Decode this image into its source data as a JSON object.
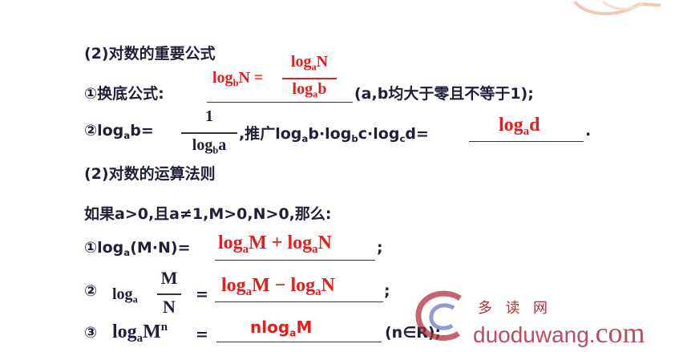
{
  "section1_title": "(2)对数的重要公式",
  "change_of_base": {
    "prefix": "①换底公式:",
    "lhs": "log",
    "lhs_sub": "b",
    "lhs_arg": "N",
    "equals": "=",
    "num": "log",
    "num_sub": "a",
    "num_arg": "N",
    "den": "log",
    "den_sub": "a",
    "den_arg": "b",
    "suffix": "(a,b均大于零且不等于1);"
  },
  "reciprocal": {
    "prefix": "②log",
    "prefix_sub": "a",
    "prefix_arg": "b=",
    "num": "1",
    "den": "log",
    "den_sub": "b",
    "den_arg": "a",
    "mid_text": ",推广log",
    "m1_sub": "a",
    "m1_arg": "b·log",
    "m2_sub": "b",
    "m2_arg": "c·log",
    "m3_sub": "c",
    "m3_arg": "d=",
    "answer": "log",
    "answer_sub": "a",
    "answer_arg": "d",
    "end": "."
  },
  "section2_title": "(2)对数的运算法则",
  "condition": "如果a>0,且a≠1,M>0,N>0,那么:",
  "rule1": {
    "prefix": "①log",
    "prefix_sub": "a",
    "prefix_arg": "(M·N)=",
    "answer": "log",
    "a_sub1": "a",
    "a_mid": "M + log",
    "a_sub2": "a",
    "a_end": "N",
    "end": ";"
  },
  "rule2": {
    "prefix": "②",
    "log": "log",
    "log_sub": "a",
    "num": "M",
    "den": "N",
    "equals": "=",
    "answer": "log",
    "a_sub1": "a",
    "a_mid": "M − log",
    "a_sub2": "a",
    "a_end": "N",
    "end": ";"
  },
  "rule3": {
    "prefix": "③",
    "log": "log",
    "log_sub": "a",
    "base": "M",
    "exp": "n",
    "equals": "=",
    "answer": "nlog",
    "answer_sub": "a",
    "answer_arg": "M",
    "suffix": "(n∈R);"
  },
  "watermark": {
    "cn": "多 读 网",
    "url": "duoduwang.",
    "com": "com"
  },
  "colors": {
    "text": "#1f1f3a",
    "answer": "#e02020",
    "watermark": "#b03040"
  }
}
